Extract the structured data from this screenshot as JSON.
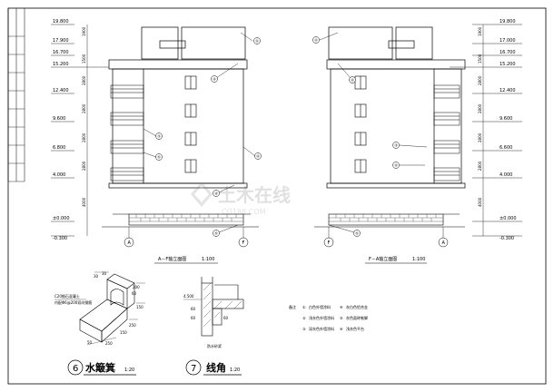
{
  "elevation_left": {
    "levels": [
      "19.800",
      "17.900",
      "16.700",
      "15.200",
      "12.400",
      "9.600",
      "6.800",
      "4.000",
      "±0.000",
      "-0.300"
    ],
    "dims": [
      "1900",
      "1500",
      "2800",
      "2800",
      "2800",
      "2800",
      "4000",
      "300"
    ],
    "axis_a": "A",
    "axis_f": "F",
    "title": "A－F轴立面图",
    "scale": "1:100"
  },
  "elevation_right": {
    "levels": [
      "19.800",
      "17.000",
      "16.700",
      "15.200",
      "12.400",
      "9.600",
      "6.600",
      "4.000",
      "±0.000",
      "-0.300"
    ],
    "dims": [
      "1900",
      "1500",
      "2800",
      "2800",
      "2800",
      "2800",
      "4000",
      "300"
    ],
    "axis_f": "F",
    "axis_a": "A",
    "title": "F－A轴立面图",
    "scale": "1:100"
  },
  "callouts": {
    "c1": "①",
    "c2": "②",
    "c3": "③",
    "c4": "④",
    "c5": "⑤",
    "c6": "⑥",
    "c7": "⑦"
  },
  "detail6": {
    "number": "6",
    "title": "水簸箕",
    "scale": "1:20",
    "note1": "C20细石混凝土",
    "note2": "内配Φ6@200双向钢筋",
    "dims": [
      "30",
      "30",
      "200",
      "60",
      "150",
      "250",
      "150",
      "50",
      "250"
    ]
  },
  "detail7": {
    "number": "7",
    "title": "线角",
    "scale": "1:20",
    "level": "4.500",
    "dims": [
      "60",
      "60",
      "60"
    ],
    "note": "防水砂浆"
  },
  "legend": {
    "header": "备注",
    "items": [
      {
        "n": "①",
        "t": "白色外墙涂料"
      },
      {
        "n": "②",
        "t": "浅灰色外墙涂料"
      },
      {
        "n": "③",
        "t": "深灰色外墙涂料"
      },
      {
        "n": "④",
        "t": "灰白色铝合金"
      },
      {
        "n": "⑤",
        "t": "灰色面砖勒脚"
      },
      {
        "n": "⑥",
        "t": "浅灰色平台"
      }
    ]
  },
  "watermark": {
    "main": "土木在线",
    "sub": "CO188.COM"
  }
}
